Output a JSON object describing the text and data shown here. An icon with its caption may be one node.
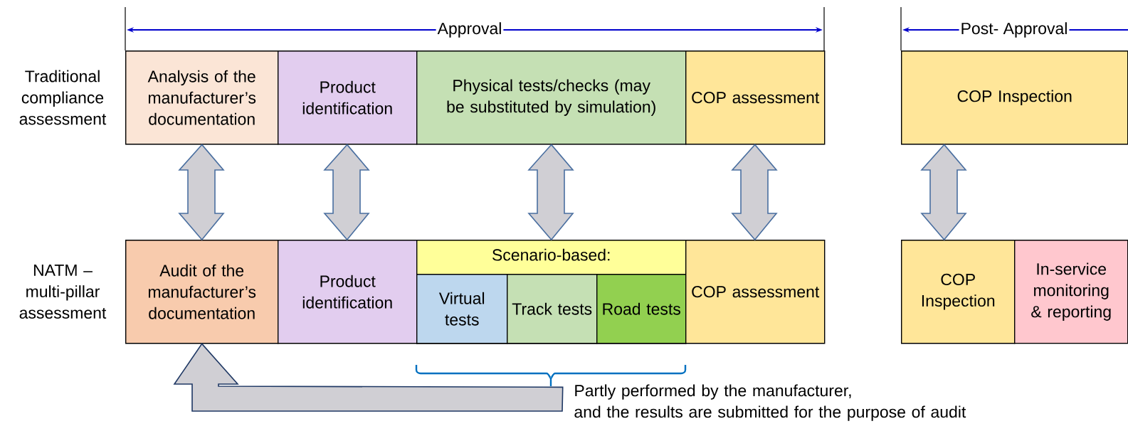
{
  "diagram": {
    "nodes": [
      {
        "text": [
          "Analysis of the manufacturer’s documentation"
        ]
      },
      {
        "text": [
          "Product identification"
        ]
      },
      {
        "text": [
          "Physical tests/checks (may be substituted by simulation)"
        ]
      },
      {
        "text": [
          "COP assessment"
        ]
      },
      {
        "text": [
          "COP Inspection"
        ]
      },
      {
        "text": [
          "Audit of the manufacturer’s documentation"
        ]
      },
      {
        "text": [
          "Product identification"
        ]
      },
      {
        "text": [
          "Scenario-based:"
        ]
      },
      {
        "text": [
          "Virtual tests"
        ],
        "in": 7
      },
      {
        "text": [
          "Track tests"
        ],
        "in": 7
      },
      {
        "text": [
          "Road tests"
        ],
        "in": 7
      },
      {
        "text": [
          "COP assessment"
        ]
      },
      {
        "text": [
          "COP Inspection"
        ]
      },
      {
        "text": [
          "In-service monitoring & reporting"
        ]
      }
    ],
    "edges": [
      {
        "from": 0,
        "to": 5,
        "arrow": "both"
      },
      {
        "from": 1,
        "to": 6,
        "arrow": "both"
      },
      {
        "from": 2,
        "to": 7,
        "arrow": "both"
      },
      {
        "from": 3,
        "to": 11,
        "arrow": "both"
      },
      {
        "from": 4,
        "to": 12,
        "arrow": "both"
      },
      {
        "from": 7,
        "to": 5,
        "arrow": "to"
      }
    ],
    "labels": [
      "Approval",
      "Post- Approval",
      "Traditional compliance assessment",
      "NATM – multi-pillar assessment",
      "Partly performed by the manufacturer, and the results are submitted for the purpose of audit"
    ]
  }
}
